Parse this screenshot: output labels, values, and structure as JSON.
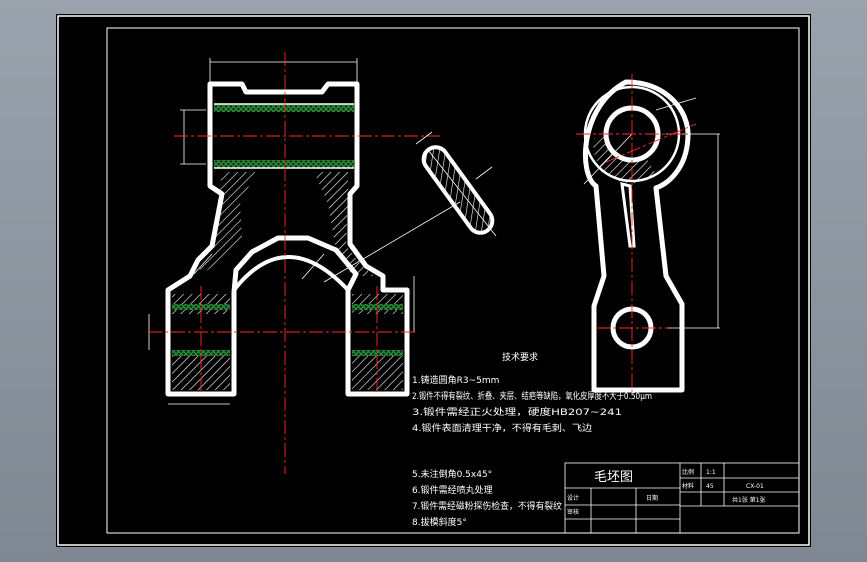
{
  "drawing": {
    "section_title": "技术要求",
    "notes": [
      "1.铸造圆角R3~5mm",
      "2.锻件不得有裂纹、折叠、夹层、结疤等缺陷，氧化皮厚度不大于0.50μm",
      "3.锻件需经正火处理，硬度HB207~241",
      "4.锻件表面清理干净，不得有毛刺、飞边",
      "5.未注倒角0.5x45°",
      "6.锻件需经喷丸处理",
      "7.锻件需经磁粉探伤检查，不得有裂纹",
      "8.拔模斜度5°"
    ]
  },
  "title_block": {
    "drawing_name": "毛坯图",
    "label_scale": "比例",
    "scale_value": "1:1",
    "label_material": "材料",
    "material_value": "45",
    "label_design": "设计",
    "label_check": "审核",
    "label_date": "日期",
    "right_code": "CX-01",
    "sheet_info": "共1张 第1张"
  },
  "colors": {
    "background": "#000000",
    "outline": "#ffffff",
    "centerline": "#ff2a2a",
    "hatch": "#2f8f3a"
  }
}
